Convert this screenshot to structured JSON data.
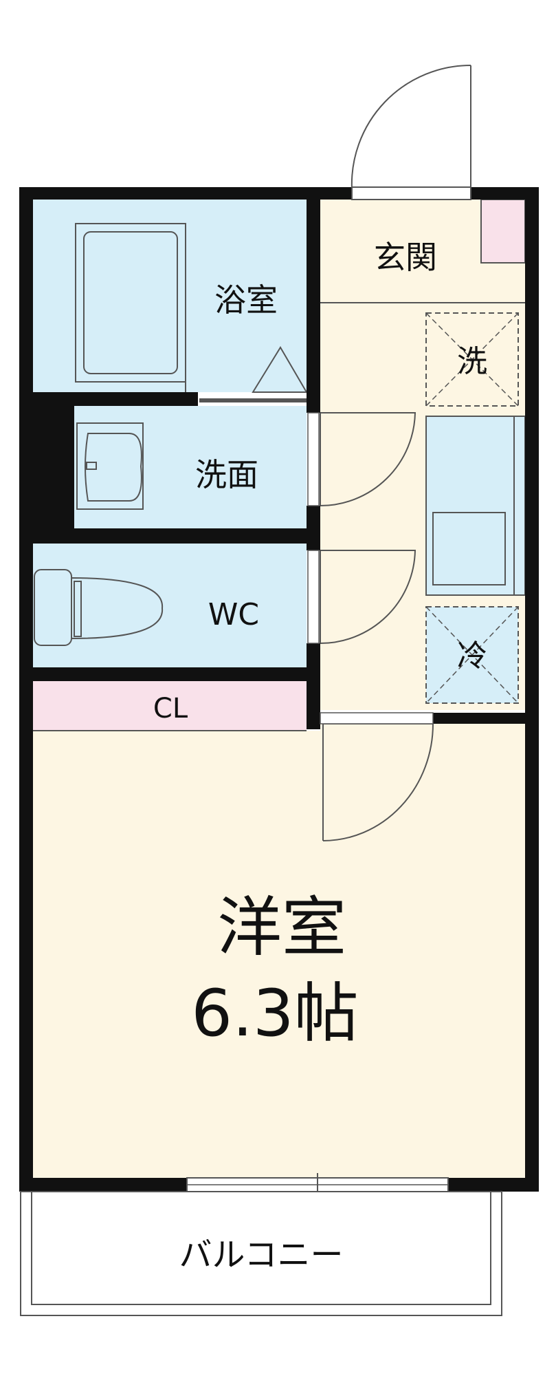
{
  "colors": {
    "wet_area": "#d6eef8",
    "living_floor": "#fdf6e3",
    "closet": "#f9e1ea",
    "wall": "#111111",
    "line": "#555555"
  },
  "rooms": {
    "bathroom": "浴室",
    "washroom": "洗面",
    "toilet": "WC",
    "entrance": "玄関",
    "washer_space": "洗",
    "fridge_space": "冷",
    "closet": "CL",
    "western_room": "洋室",
    "western_room_size": "6.3帖",
    "balcony": "バルコニー"
  }
}
